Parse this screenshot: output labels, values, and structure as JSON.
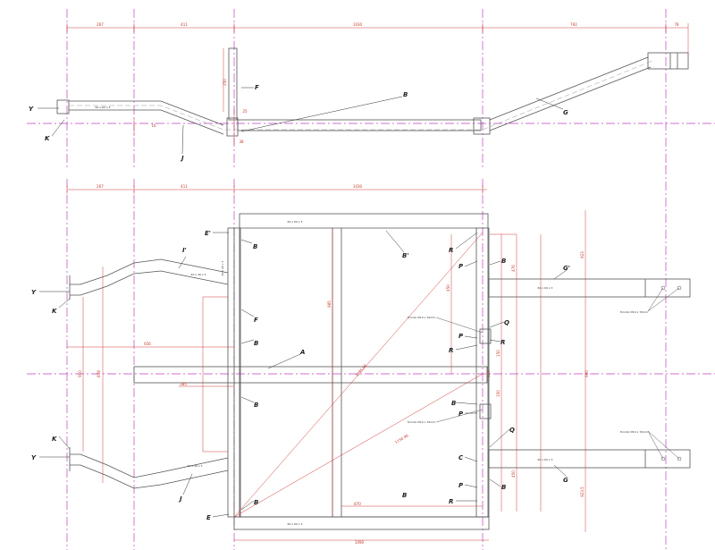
{
  "drawing": {
    "labels": [
      "B",
      "F",
      "G",
      "J",
      "K",
      "Y",
      "E'",
      "B'",
      "R",
      "P",
      "Q",
      "A",
      "I'",
      "G'",
      "C",
      "E"
    ],
    "dimensions": {
      "top_chain": [
        "267",
        "411",
        "1030",
        "792",
        "78"
      ],
      "top_vertical": "250",
      "top_small": [
        "16",
        "25",
        "38"
      ],
      "plan_chain": [
        "267",
        "411",
        "1030"
      ],
      "plan_misc": [
        "656",
        "385",
        "910",
        "878",
        "985",
        "1095.96",
        "1150.96",
        "870",
        "1090"
      ],
      "right_chain": [
        "476",
        "450",
        "150",
        "110",
        "150",
        "450"
      ],
      "right_overall": [
        "923",
        "900",
        "923.5"
      ]
    },
    "notes": {
      "profile_main": "60 x 60 x 3",
      "profile_small": "40 x 40 x 3",
      "hole_note": "Tornillo M10 x 70mm"
    },
    "colors": {
      "line": "#555555",
      "dimension": "#d03a3a",
      "centerline": "#c040c0"
    }
  }
}
